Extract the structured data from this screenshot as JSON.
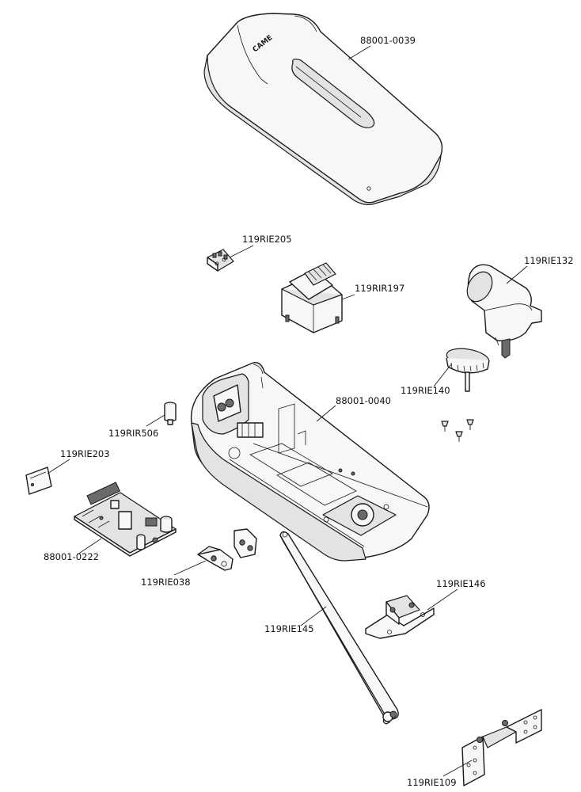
{
  "callouts": {
    "cover": "88001-0039",
    "terminal_block": "119RIE205",
    "transformer": "119RIR197",
    "gearmotor": "119RIE132",
    "knob": "119RIE140",
    "base": "88001-0040",
    "capacitor": "119RIR506",
    "card": "119RIE203",
    "control_board": "88001-0222",
    "bracket_small": "119RIE038",
    "arm": "119RIE145",
    "bracket_mount": "119RIE146",
    "wall_plate": "119RIE109"
  },
  "cover_logo": "CAME",
  "colors": {
    "line": "#1a1a1a",
    "fill": "#f7f7f7",
    "shade": "#e3e3e3"
  }
}
